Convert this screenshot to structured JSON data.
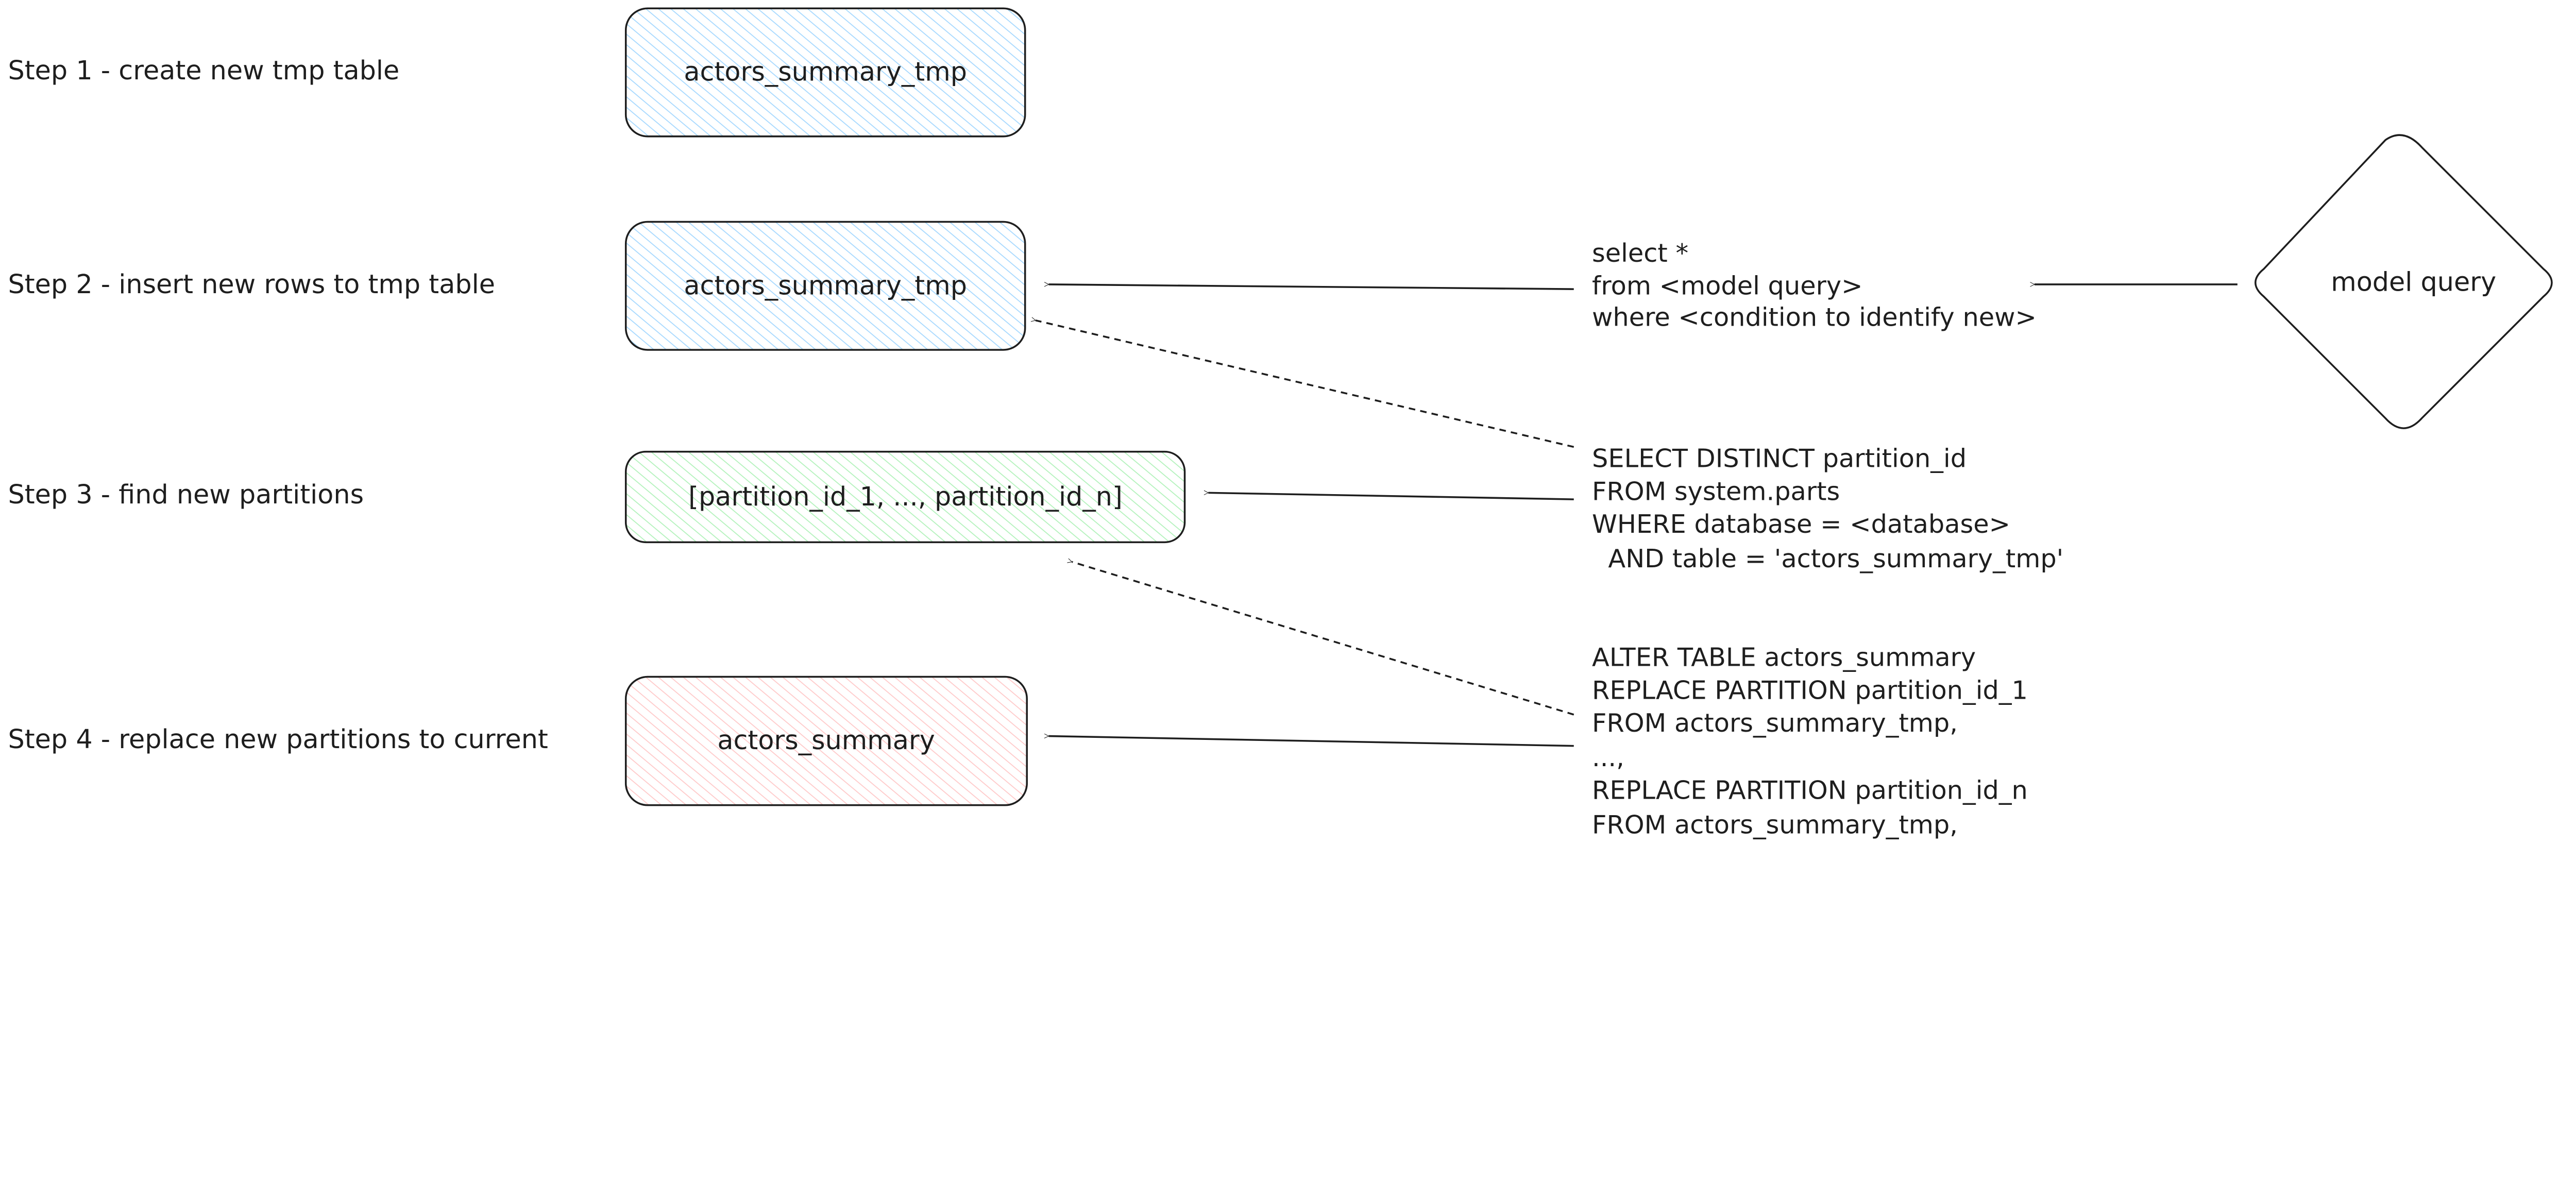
{
  "steps": [
    {
      "label": "Step 1 - create new tmp table"
    },
    {
      "label": "Step 2 - insert new rows to tmp table"
    },
    {
      "label": "Step 3 - find new partitions"
    },
    {
      "label": "Step 4 - replace new partitions to current"
    }
  ],
  "boxes": [
    {
      "label": "actors_summary_tmp",
      "color": "#a5d8ff"
    },
    {
      "label": "actors_summary_tmp",
      "color": "#a5d8ff"
    },
    {
      "label": "[partition_id_1, ..., partition_id_n]",
      "color": "#b2f2bb"
    },
    {
      "label": "actors_summary",
      "color": "#ffc9c9"
    }
  ],
  "diamond": {
    "label": "model query"
  },
  "code_blocks": [
    {
      "lines": [
        "select *",
        "from <model query>",
        "where <condition to identify new>"
      ]
    },
    {
      "lines": [
        "SELECT DISTINCT partition_id",
        "FROM system.parts",
        "WHERE database = <database>",
        "  AND table = 'actors_summary_tmp'"
      ]
    },
    {
      "lines": [
        "ALTER TABLE actors_summary",
        "REPLACE PARTITION partition_id_1",
        "FROM actors_summary_tmp,",
        "...,",
        "REPLACE PARTITION partition_id_n",
        "FROM actors_summary_tmp,"
      ]
    }
  ]
}
